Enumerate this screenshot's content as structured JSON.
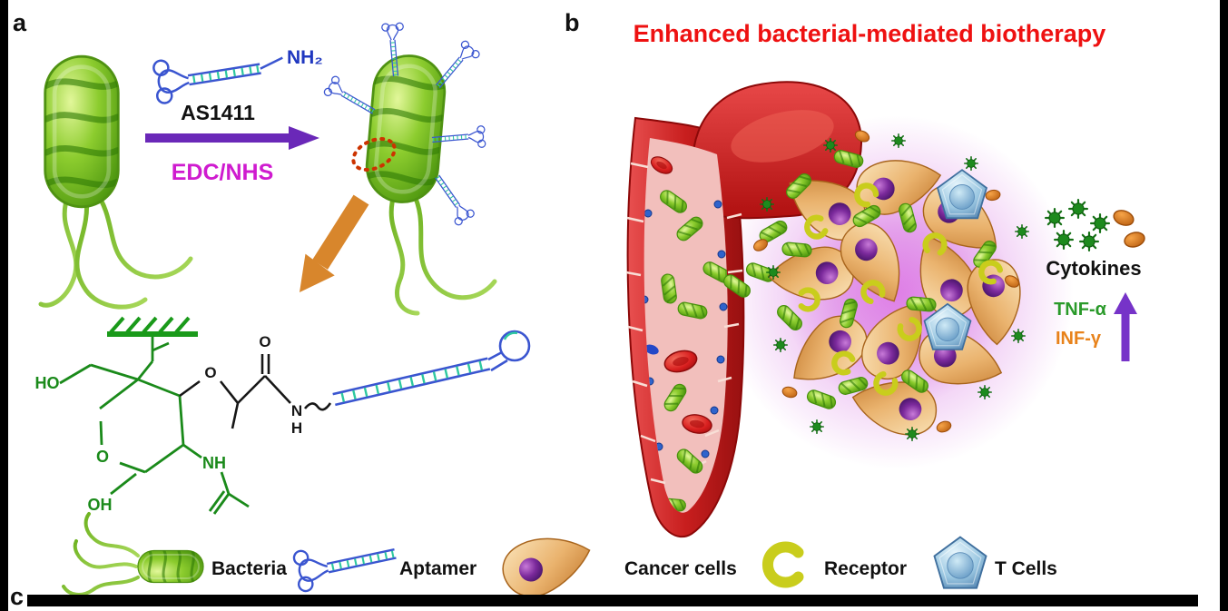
{
  "panel_a": {
    "label": "a",
    "aptamer_name": "AS1411",
    "amine_label": "NH₂",
    "coupling_reagent": "EDC/NHS",
    "chem": {
      "ho": "HO",
      "oh": "OH",
      "nh": "NH",
      "ring_o": "O",
      "ether_o": "O",
      "carbonyl_o": "O",
      "amide_n": "N",
      "amide_h": "H"
    }
  },
  "panel_b": {
    "label": "b",
    "title": "Enhanced bacterial-mediated biotherapy",
    "cytokines_label": "Cytokines",
    "tnf_label": "TNF-α",
    "inf_label": "INF-γ"
  },
  "panel_c": {
    "label": "c"
  },
  "legend": {
    "bacteria": "Bacteria",
    "aptamer": "Aptamer",
    "cancer_cells": "Cancer cells",
    "receptor": "Receptor",
    "t_cells": "T Cells"
  },
  "colors": {
    "title_red": "#ee1111",
    "edc_magenta": "#cf1bcf",
    "reaction_arrow_purple": "#6a28b8",
    "zoom_arrow_orange": "#d8862c",
    "tnf_green": "#2a9a2a",
    "inf_orange": "#e8821a",
    "chem_green": "#1a8a1a",
    "aptamer_blue": "#3a55d0",
    "rung_teal": "#2ec8a0",
    "bacteria_green": "#8ccc2e",
    "cancer_tan": "#eab36e",
    "nucleus_purple": "#7c2a9c",
    "tcell_blue": "#9cc8e2",
    "receptor_yellow": "#c9cd1c",
    "vessel_red": "#c81e1e",
    "glow_magenta": "#d65fe0"
  }
}
